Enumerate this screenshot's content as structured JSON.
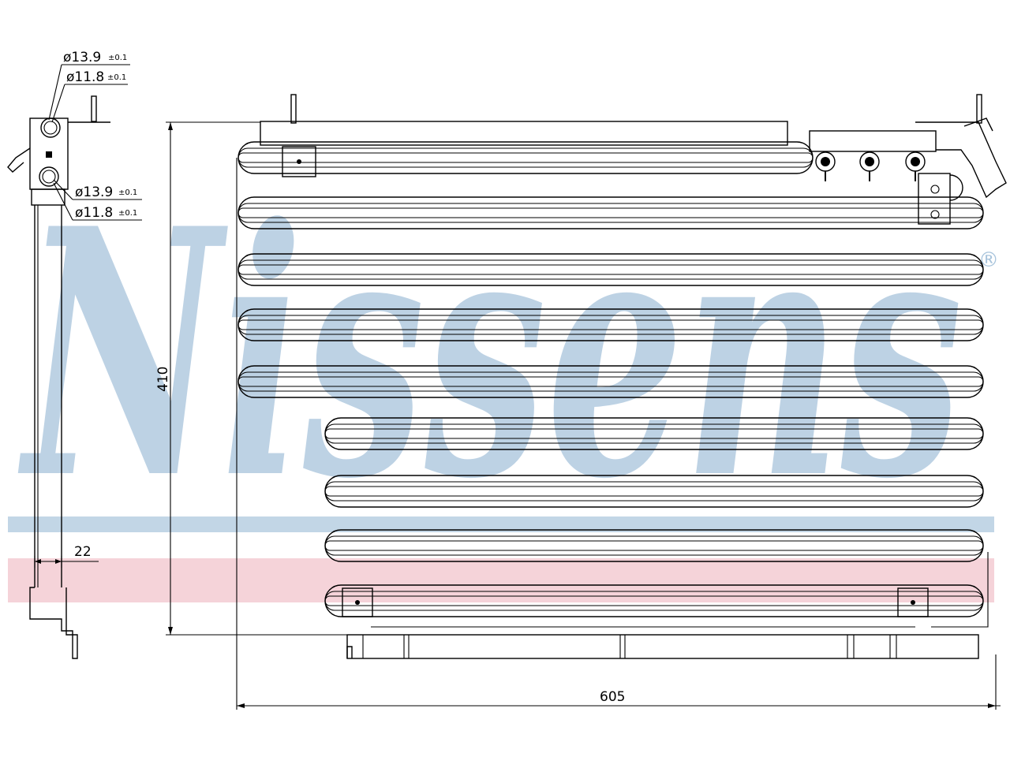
{
  "watermark": {
    "text": "Nissens",
    "registered_mark": "®",
    "color_blue": "#a8c4dc",
    "color_pink": "#f2c4cc"
  },
  "dimensions": {
    "height": "410",
    "width": "605",
    "depth": "22"
  },
  "ports": {
    "upper_outer": {
      "label": "ø13.9",
      "tolerance": "±0.1"
    },
    "upper_inner": {
      "label": "ø11.8",
      "tolerance": "±0.1"
    },
    "lower_outer": {
      "label": "ø13.9",
      "tolerance": "±0.1"
    },
    "lower_inner": {
      "label": "ø11.8",
      "tolerance": "±0.1"
    }
  }
}
